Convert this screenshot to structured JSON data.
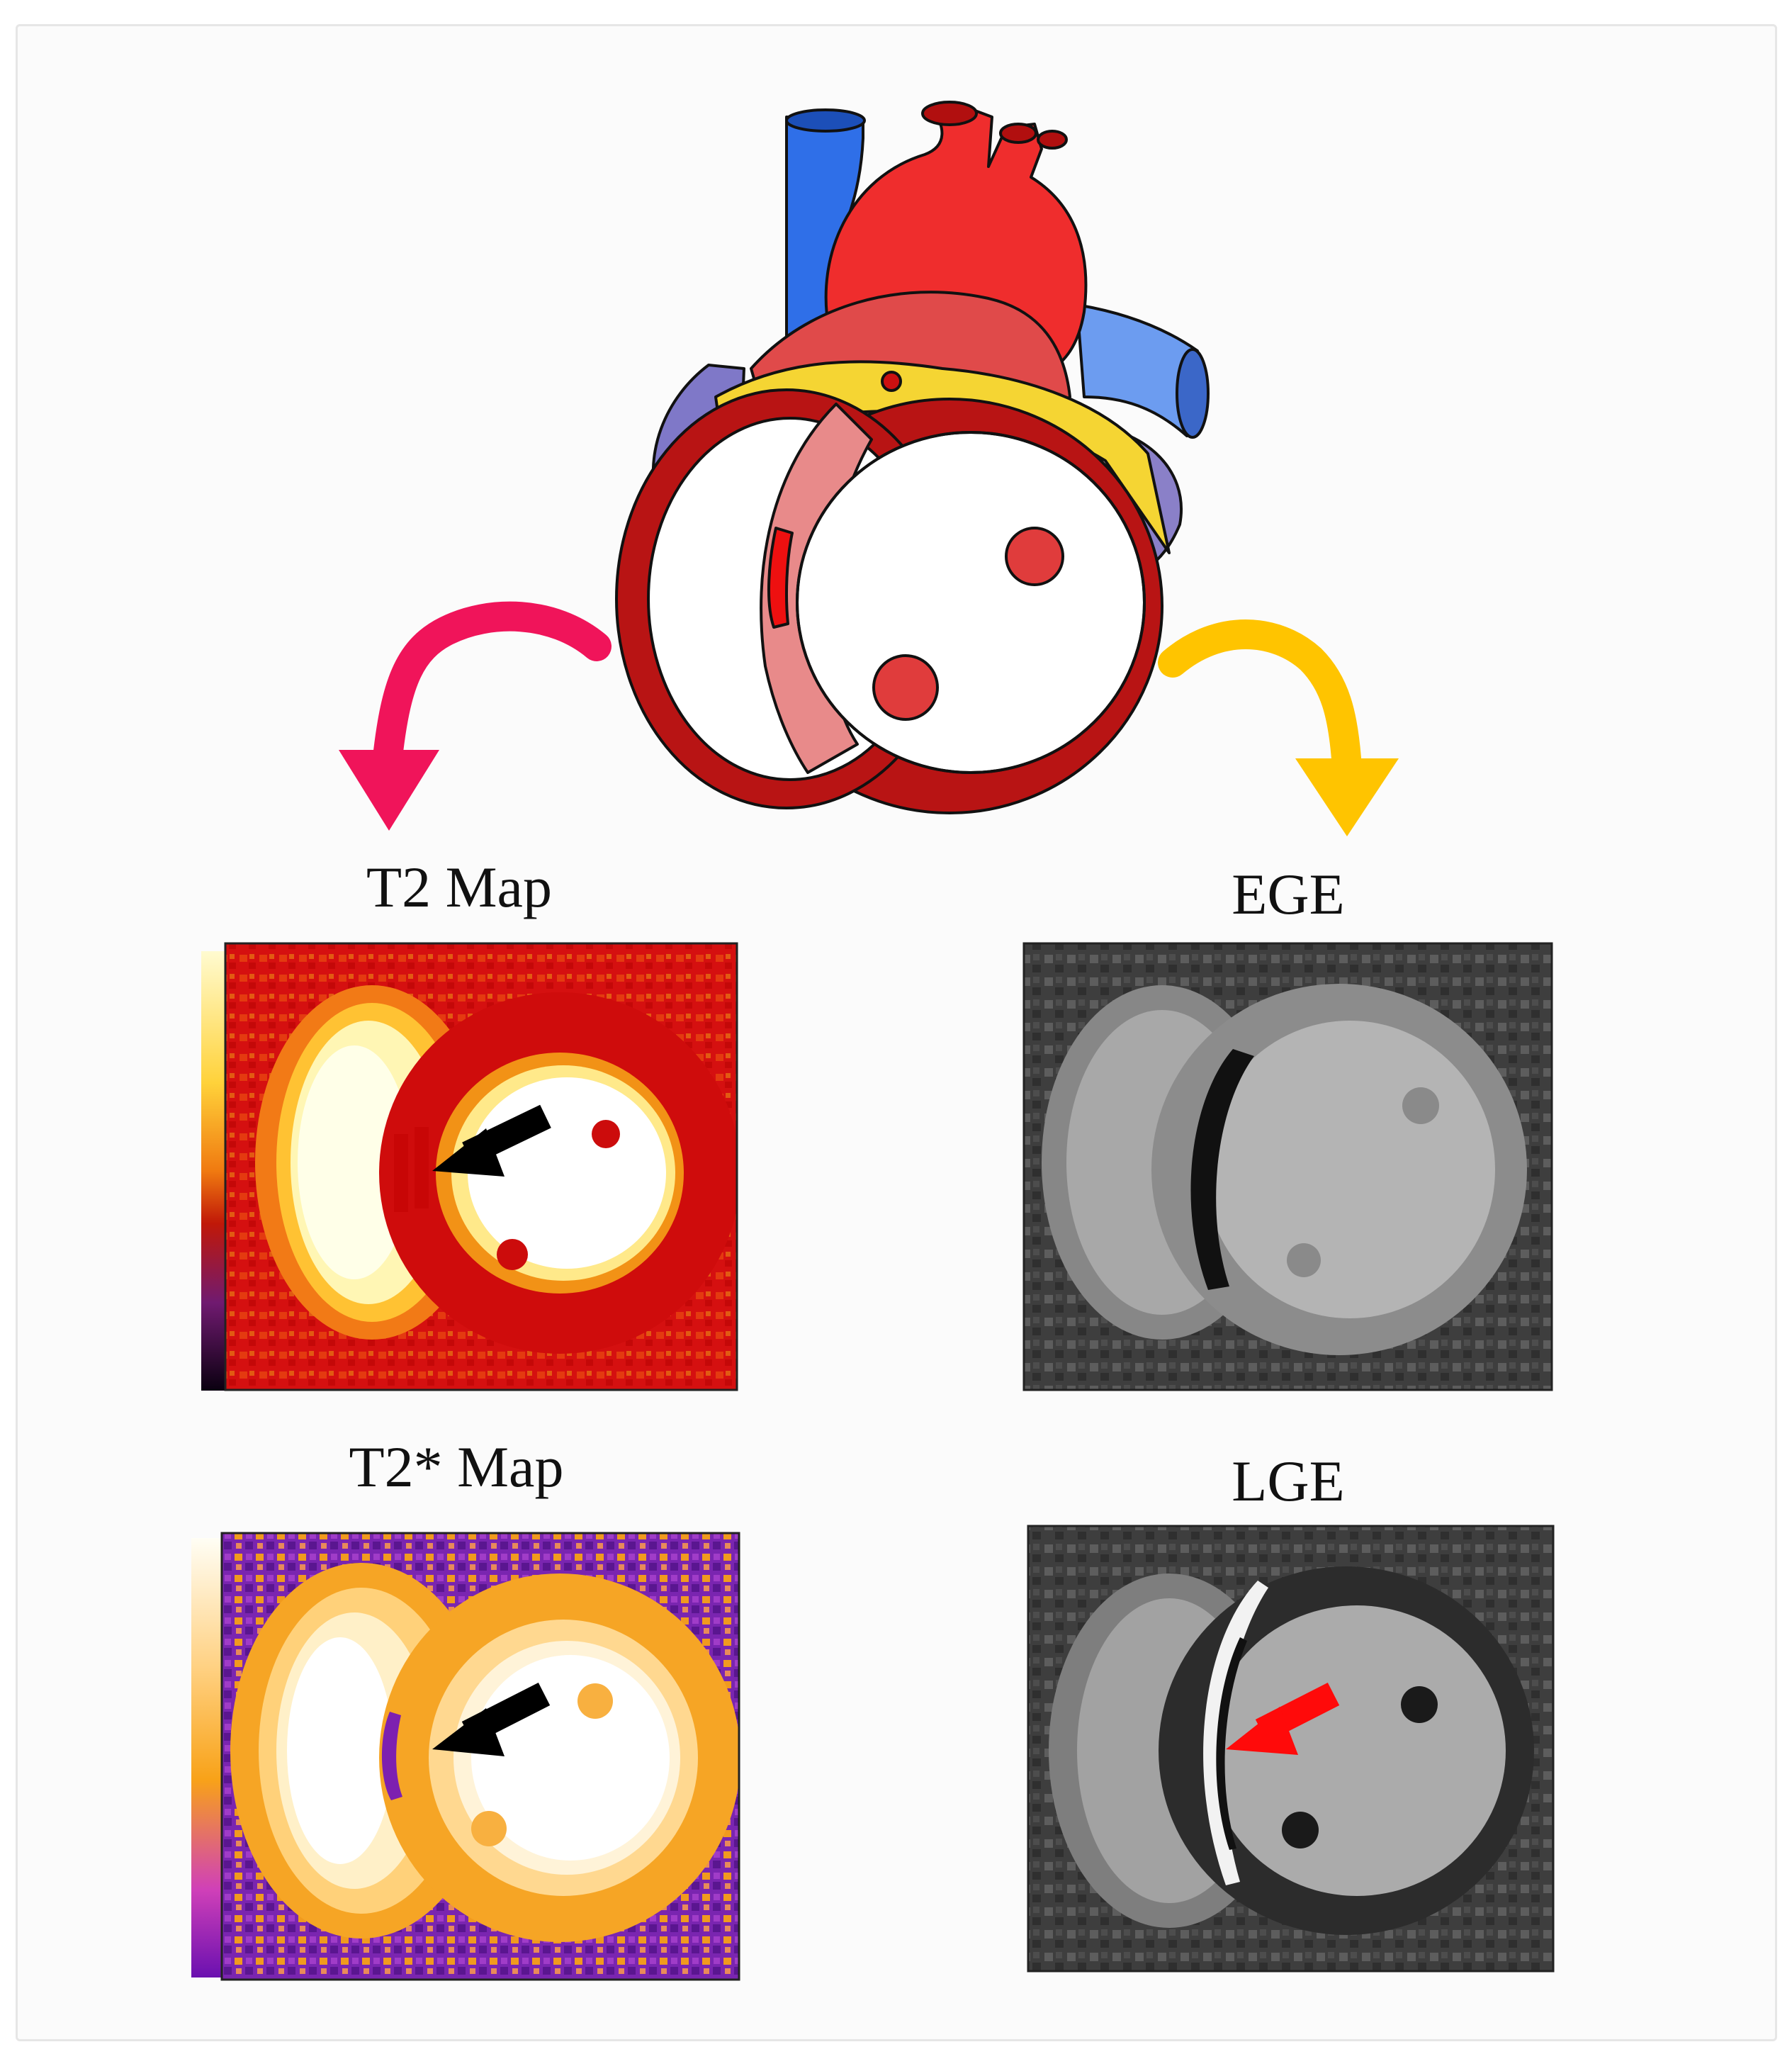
{
  "panels": {
    "t2_map": {
      "title": "T2 Map"
    },
    "t2star_map": {
      "title": "T2* Map"
    },
    "ege": {
      "title": "EGE"
    },
    "lge": {
      "title": "LGE"
    }
  },
  "colors": {
    "left_arrow": "#f0145a",
    "right_arrow": "#ffc400",
    "myocardium": "#b81414",
    "pointer_black": "#000000",
    "pointer_red": "#ff0a0a"
  },
  "icons": {
    "heart": "heart-cross-section-icon",
    "left_arrow": "curved-arrow-down-left-icon",
    "right_arrow": "curved-arrow-down-right-icon",
    "pointer": "arrow-pointer-icon"
  }
}
